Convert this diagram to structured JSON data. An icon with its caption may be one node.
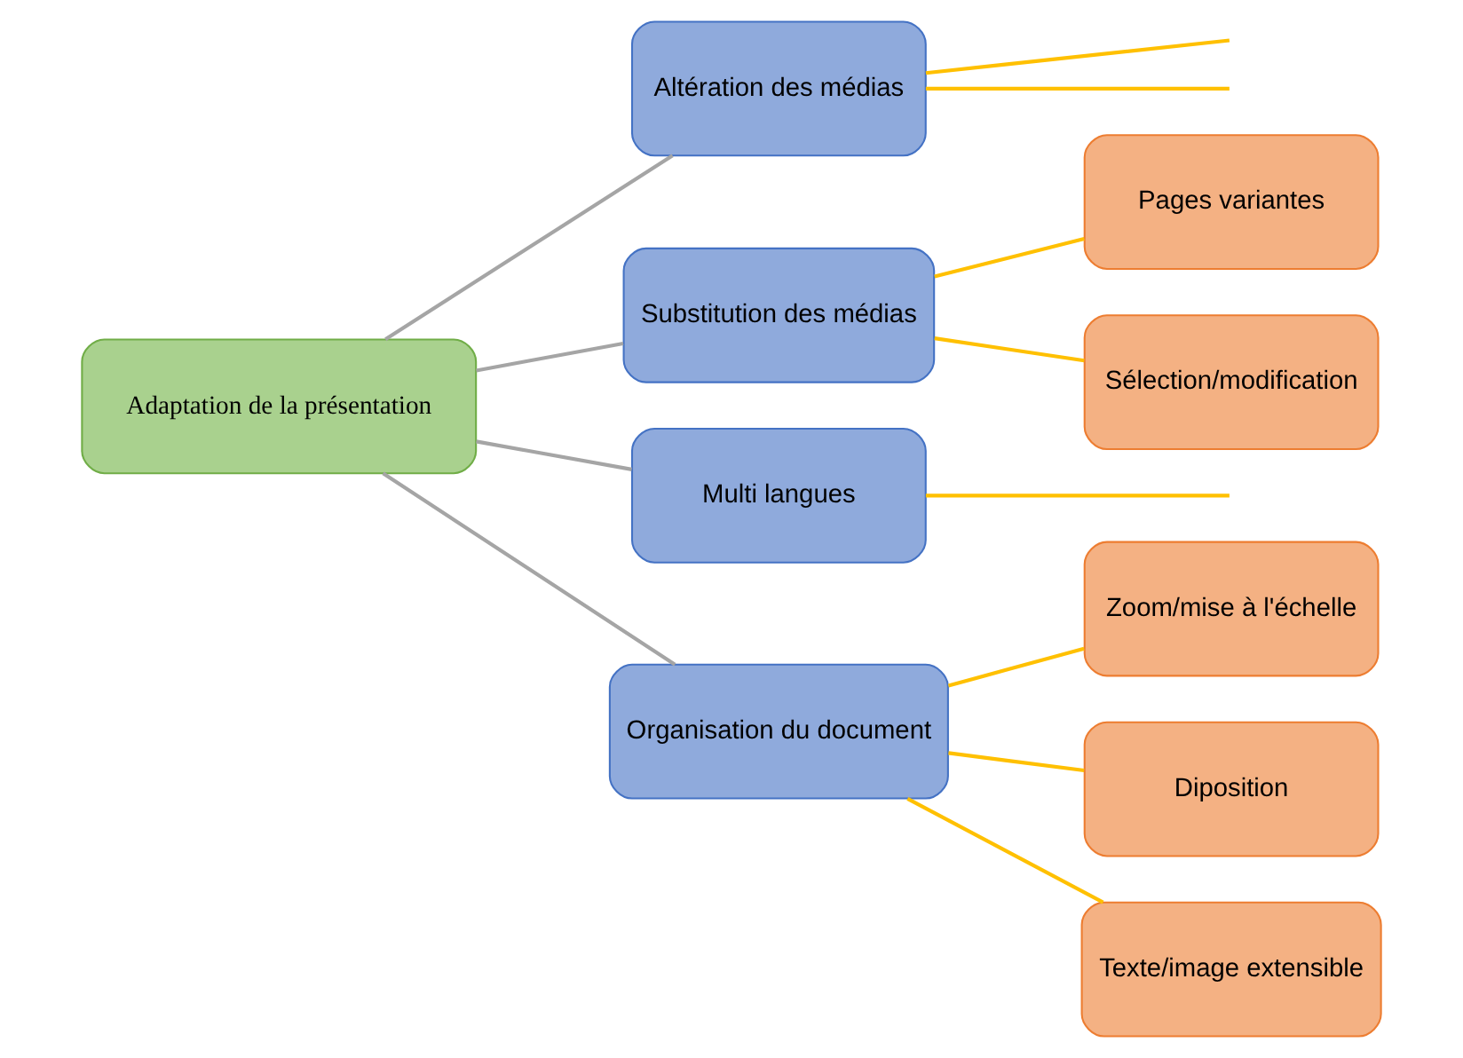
{
  "diagram": {
    "nodes": [
      {
        "text": [
          "Adaptation de la présentation"
        ]
      },
      {
        "text": [
          "Altération des médias"
        ]
      },
      {
        "text": [
          "Substitution des médias"
        ]
      },
      {
        "text": [
          "Multi langues"
        ]
      },
      {
        "text": [
          "Organisation du document"
        ]
      },
      {
        "text": [
          "Zoom/mise à l'échelle"
        ]
      },
      {
        "text": [
          "Pages variantes"
        ]
      },
      {
        "text": [
          "Sélection/modification"
        ]
      },
      {
        "text": [
          "Diposition"
        ]
      },
      {
        "text": [
          "Texte/image extensible"
        ]
      }
    ],
    "edges": [
      {
        "from": 0,
        "to": 1,
        "arrow": "none",
        "color": "#a5a5a5"
      },
      {
        "from": 0,
        "to": 2,
        "arrow": "none",
        "color": "#a5a5a5"
      },
      {
        "from": 0,
        "to": 3,
        "arrow": "none",
        "color": "#a5a5a5"
      },
      {
        "from": 0,
        "to": 4,
        "arrow": "none",
        "color": "#a5a5a5"
      },
      {
        "from": 1,
        "to": null,
        "arrow": "none"
      },
      {
        "from": 1,
        "to": null,
        "arrow": "none"
      },
      {
        "from": 3,
        "to": null,
        "arrow": "none"
      },
      {
        "from": 2,
        "to": 6,
        "arrow": "none"
      },
      {
        "from": 2,
        "to": 7,
        "arrow": "none"
      },
      {
        "from": 4,
        "to": 5,
        "arrow": "none"
      },
      {
        "from": 4,
        "to": 8,
        "arrow": "none"
      },
      {
        "from": 4,
        "to": 9,
        "arrow": "none"
      }
    ]
  }
}
